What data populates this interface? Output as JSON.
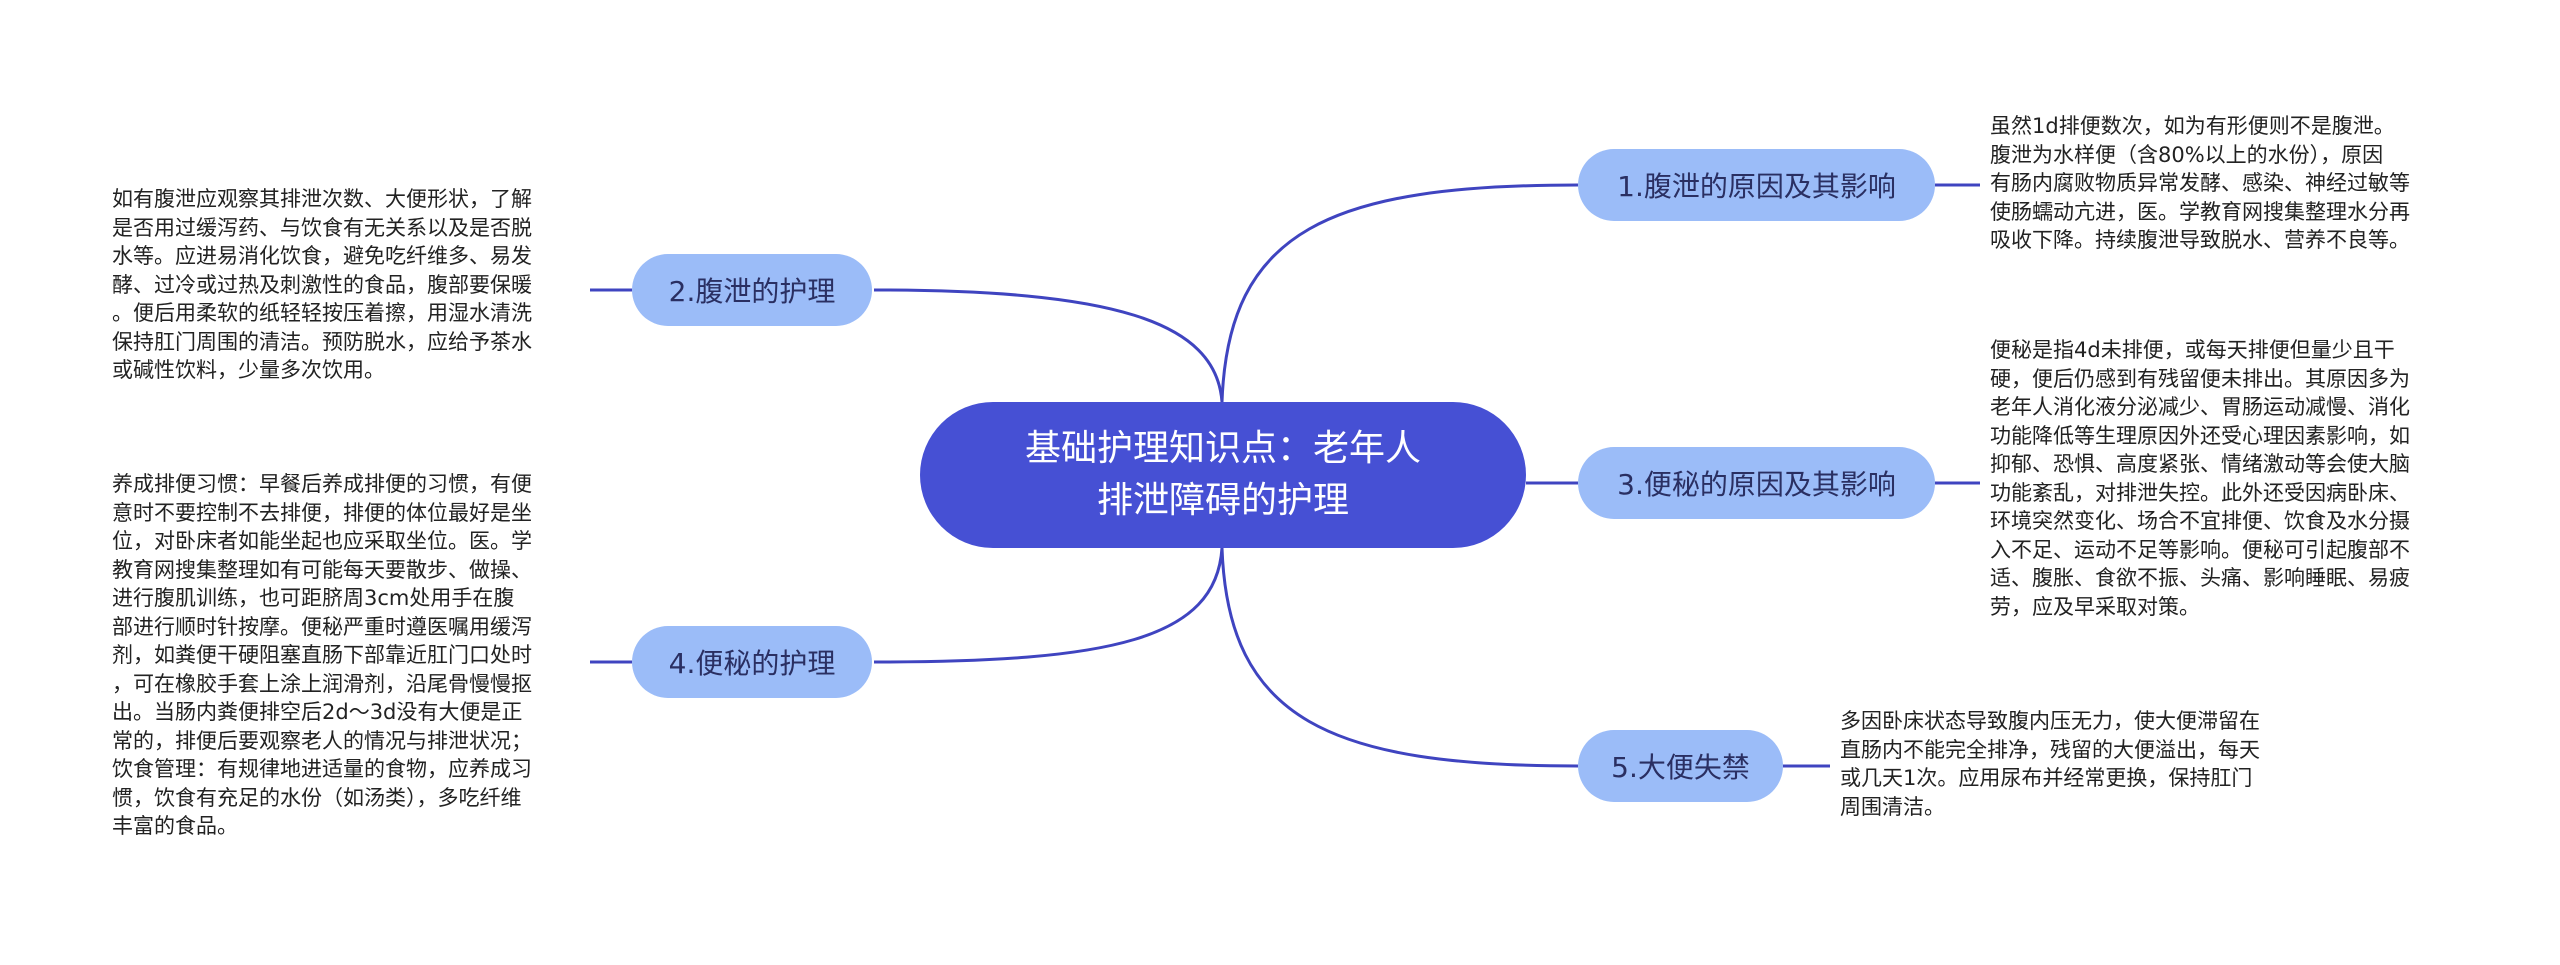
{
  "colors": {
    "root_fill": "#4650d4",
    "branch_fill": "#9bbcf8",
    "connector": "#3f44c0",
    "root_text": "#ffffff",
    "branch_text": "#2a2f62",
    "note_text": "#222222"
  },
  "root": {
    "title_line1": "基础护理知识点：老年人",
    "title_line2": "排泄障碍的护理"
  },
  "branches": [
    {
      "label": "1.腹泄的原因及其影响",
      "note": "虽然1d排便数次，如为有形便则不是腹泄。\n腹泄为水样便（含80%以上的水份），原因\n有肠内腐败物质异常发酵、感染、神经过敏等\n使肠蠕动亢进，医。学教育网搜集整理水分再\n吸收下降。持续腹泄导致脱水、营养不良等。"
    },
    {
      "label": "2.腹泄的护理",
      "note": "如有腹泄应观察其排泄次数、大便形状，了解\n是否用过缓泻药、与饮食有无关系以及是否脱\n水等。应进易消化饮食，避免吃纤维多、易发\n酵、过冷或过热及刺激性的食品，腹部要保暖\n。便后用柔软的纸轻轻按压着擦，用湿水清洗\n保持肛门周围的清洁。预防脱水，应给予茶水\n或碱性饮料，少量多次饮用。"
    },
    {
      "label": "3.便秘的原因及其影响",
      "note": "便秘是指4d未排便，或每天排便但量少且干\n硬，便后仍感到有残留便未排出。其原因多为\n老年人消化液分泌减少、胃肠运动减慢、消化\n功能降低等生理原因外还受心理因素影响，如\n抑郁、恐惧、高度紧张、情绪激动等会使大脑\n功能紊乱，对排泄失控。此外还受因病卧床、\n环境突然变化、场合不宜排便、饮食及水分摄\n入不足、运动不足等影响。便秘可引起腹部不\n适、腹胀、食欲不振、头痛、影响睡眠、易疲\n劳，应及早采取对策。"
    },
    {
      "label": "4.便秘的护理",
      "note": "养成排便习惯：早餐后养成排便的习惯，有便\n意时不要控制不去排便，排便的体位最好是坐\n位，对卧床者如能坐起也应采取坐位。医。学\n教育网搜集整理如有可能每天要散步、做操、\n进行腹肌训练，也可距脐周3cm处用手在腹\n部进行顺时针按摩。便秘严重时遵医嘱用缓泻\n剂，如粪便干硬阻塞直肠下部靠近肛门口处时\n，可在橡胶手套上涂上润滑剂，沿尾骨慢慢抠\n出。当肠内粪便排空后2d～3d没有大便是正\n常的，排便后要观察老人的情况与排泄状况；\n饮食管理：有规律地进适量的食物，应养成习\n惯，饮食有充足的水份（如汤类），多吃纤维\n丰富的食品。"
    },
    {
      "label": "5.大便失禁",
      "note": "多因卧床状态导致腹内压无力，使大便滞留在\n直肠内不能完全排净，残留的大便溢出，每天\n或几天1次。应用尿布并经常更换，保持肛门\n周围清洁。"
    }
  ]
}
